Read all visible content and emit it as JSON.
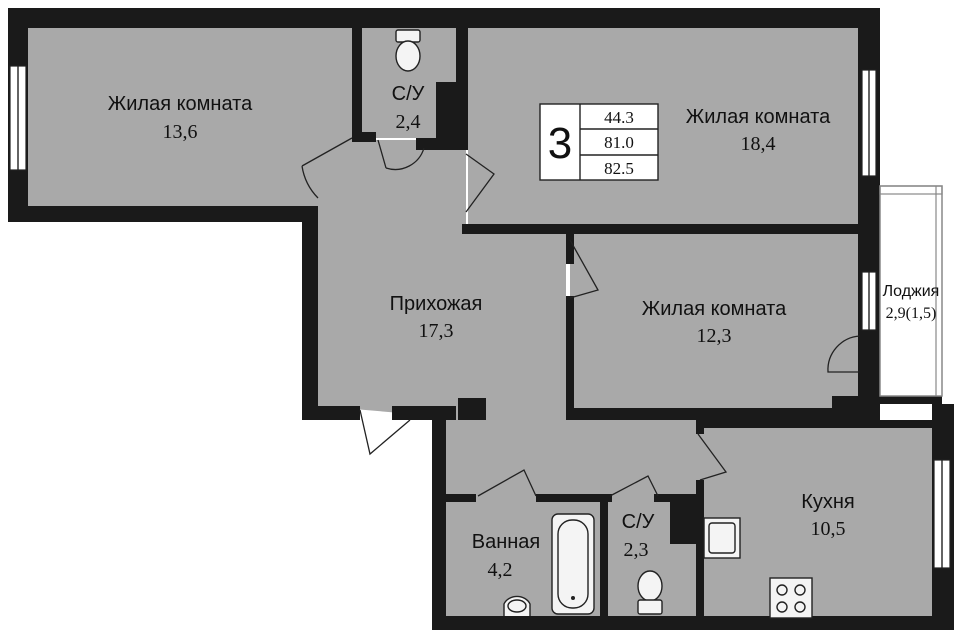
{
  "plan": {
    "rooms_count": "3",
    "areas": {
      "living": "44.3",
      "total": "81.0",
      "total_with_loggia": "82.5"
    },
    "rooms": {
      "living_1": {
        "name": "Жилая комната",
        "area": "13,6"
      },
      "wc_1": {
        "name": "С/У",
        "area": "2,4"
      },
      "living_2": {
        "name": "Жилая комната",
        "area": "18,4"
      },
      "hall": {
        "name": "Прихожая",
        "area": "17,3"
      },
      "living_3": {
        "name": "Жилая комната",
        "area": "12,3"
      },
      "loggia": {
        "name": "Лоджия",
        "area": "2,9(1,5)"
      },
      "bathroom": {
        "name": "Ванная",
        "area": "4,2"
      },
      "wc_2": {
        "name": "С/У",
        "area": "2,3"
      },
      "kitchen": {
        "name": "Кухня",
        "area": "10,5"
      }
    },
    "colors": {
      "room_fill": "#a9a9a9",
      "wall": "#1a1a1a",
      "background": "#ffffff"
    }
  }
}
